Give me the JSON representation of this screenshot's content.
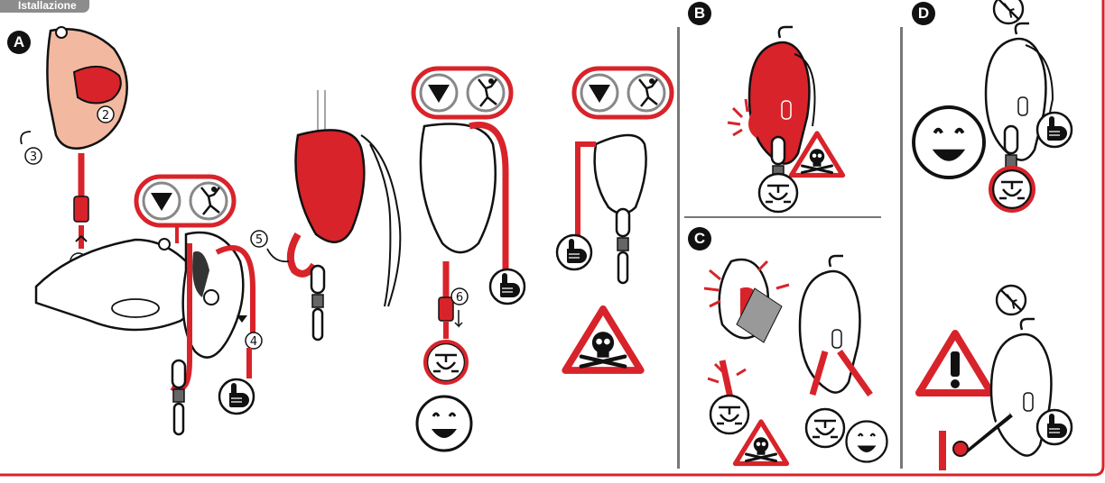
{
  "section_tab": "Istallazione",
  "panels": {
    "a": {
      "label": "A"
    },
    "b": {
      "label": "B"
    },
    "c": {
      "label": "C"
    },
    "d": {
      "label": "D"
    }
  },
  "steps": [
    "1",
    "2",
    "3",
    "4",
    "5",
    "6"
  ],
  "colors": {
    "red": "#d8232a",
    "tab": "#8c8c8c",
    "skin": "#f2b9a0",
    "divider": "#777777"
  },
  "icons": [
    "lever-down-icon",
    "climber-icon",
    "thumb-icon",
    "harness-icon",
    "smiley-icon",
    "skull-warning-icon",
    "exclamation-warning-icon",
    "no-climbing-icon"
  ]
}
